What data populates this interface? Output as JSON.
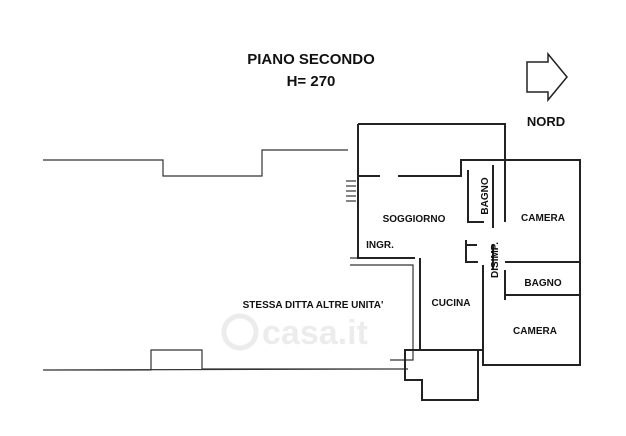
{
  "title": "PIANO SECONDO",
  "height_label": "H= 270",
  "compass": {
    "label": "NORD",
    "icon": "north-arrow-icon"
  },
  "rooms": {
    "soggiorno": "SOGGIORNO",
    "ingresso": "INGR.",
    "bagno_1": "BAGNO",
    "camera_1": "CAMERA",
    "disimpegno": "DISIMP.",
    "bagno_2": "BAGNO",
    "cucina": "CUCINA",
    "camera_2": "CAMERA",
    "other_units": "STESSA DITTA ALTRE UNITA'"
  },
  "watermark": "casa.it"
}
